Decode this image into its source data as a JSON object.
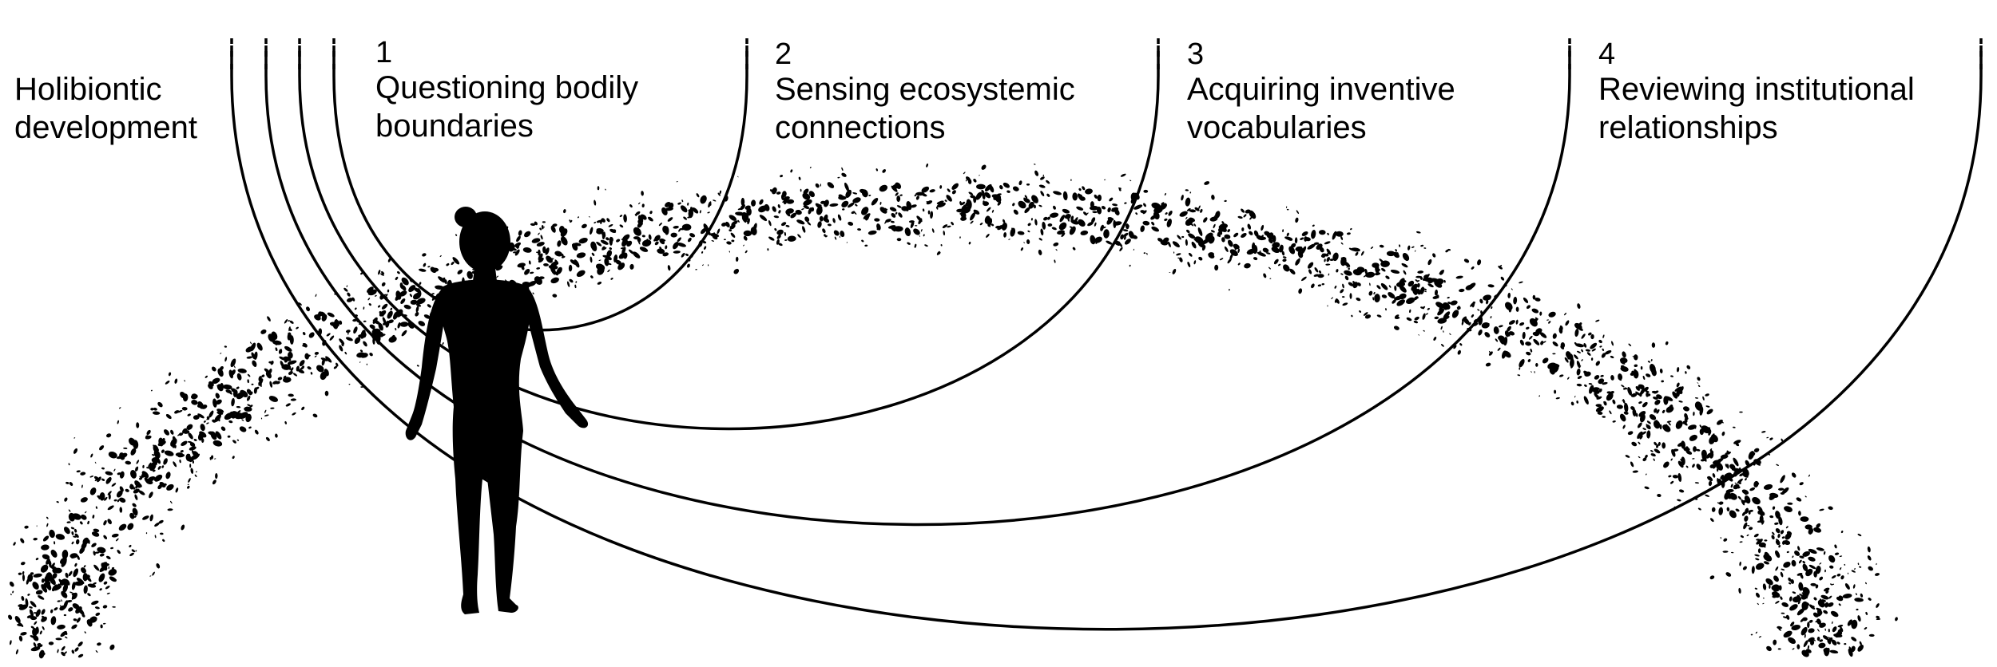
{
  "diagram": {
    "start_label": "Holibiontic development",
    "stages": [
      {
        "number": "1",
        "label_line1": "Questioning bodily",
        "label_line2": "boundaries"
      },
      {
        "number": "2",
        "label_line1": "Sensing ecosystemic",
        "label_line2": "connections"
      },
      {
        "number": "3",
        "label_line1": "Acquiring inventive",
        "label_line2": "vocabularies"
      },
      {
        "number": "4",
        "label_line1": "Reviewing institutional",
        "label_line2": "relationships"
      }
    ],
    "colors": {
      "ink": "#000000",
      "background": "#ffffff"
    },
    "figure_icon": "human-silhouette-icon",
    "particle_band_icon": "microbial-cloud-icon"
  }
}
